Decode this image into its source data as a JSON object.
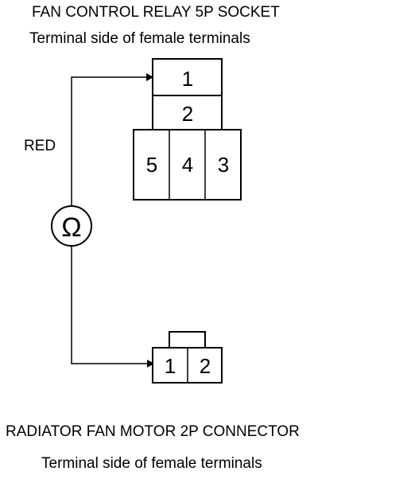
{
  "top_connector": {
    "title": "FAN CONTROL RELAY 5P SOCKET",
    "subtitle": "Terminal side of female terminals",
    "terminals": {
      "t1": "1",
      "t2": "2",
      "t3": "3",
      "t4": "4",
      "t5": "5"
    }
  },
  "wire": {
    "color_label": "RED"
  },
  "meter": {
    "symbol": "Ω"
  },
  "bottom_connector": {
    "title": "RADIATOR FAN MOTOR 2P CONNECTOR",
    "subtitle": "Terminal side of female terminals",
    "terminals": {
      "t1": "1",
      "t2": "2"
    }
  }
}
